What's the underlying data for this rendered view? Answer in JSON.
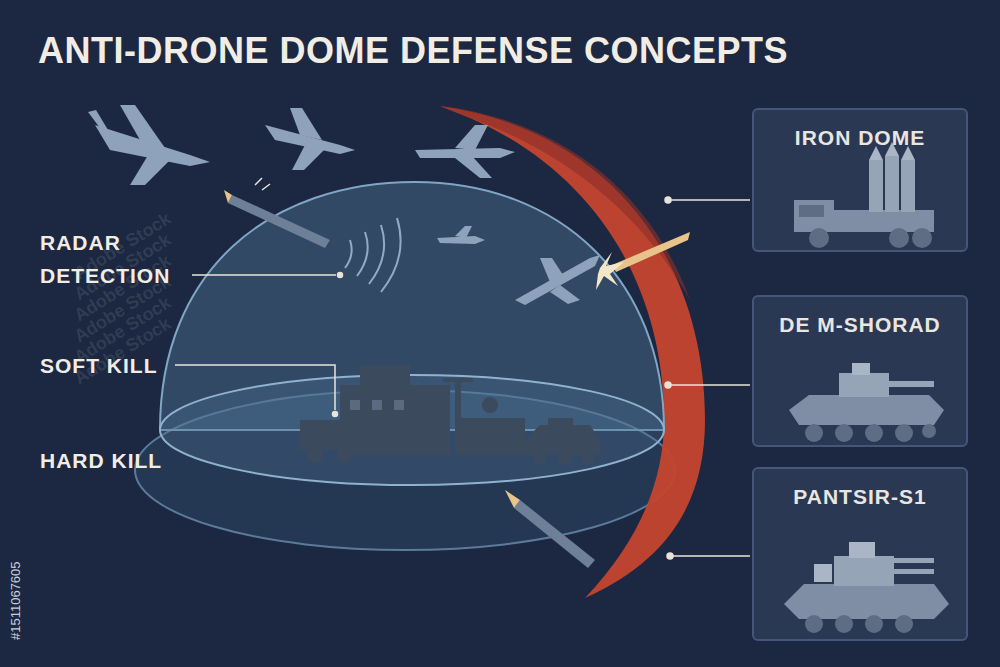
{
  "diagram": {
    "title": "ANTI-DRONE DOME DEFENSE CONCEPTS",
    "nodes": [
      {
        "text": [
          "IRON DOME"
        ]
      },
      {
        "text": [
          "DE M-SHORAD"
        ]
      },
      {
        "text": [
          "PANTSIR-S1"
        ]
      }
    ],
    "labels": [
      "RADAR DETECTION",
      "SOFT KILL",
      "HARD KILL",
      "#1511067605",
      "Adobe Stock",
      "Adobe Stock",
      "Adobe Stock",
      "Adobe Stock",
      "Adobe Stock",
      "Adobe Stock"
    ]
  }
}
